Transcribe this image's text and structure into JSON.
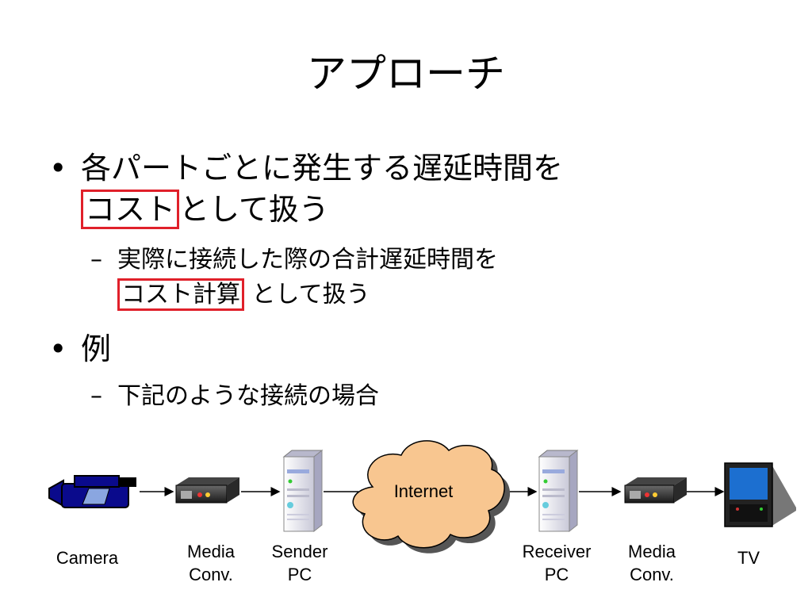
{
  "slide": {
    "title": "アプローチ",
    "bullet1": {
      "line1": "各パートごとに発生する遅延時間を",
      "boxed": "コスト",
      "rest": "として扱う"
    },
    "sub1": {
      "line1": "実際に接続した際の合計遅延時間を",
      "boxed": "コスト計算",
      "rest": "として扱う"
    },
    "bullet2": {
      "text": "例"
    },
    "sub2": {
      "text": "下記のような接続の場合"
    },
    "bullet_char": "•",
    "dash_char": "–"
  },
  "diagram": {
    "cloud_label": "Internet",
    "labels": {
      "camera": "Camera",
      "media_conv_1_a": "Media",
      "media_conv_1_b": "Conv.",
      "sender_a": "Sender",
      "sender_b": "PC",
      "receiver_a": "Receiver",
      "receiver_b": "PC",
      "media_conv_2_a": "Media",
      "media_conv_2_b": "Conv.",
      "tv": "TV"
    },
    "colors": {
      "accent_box": "#e0202a",
      "cloud_fill": "#f8c690",
      "camera_body": "#0a0a8c"
    }
  }
}
